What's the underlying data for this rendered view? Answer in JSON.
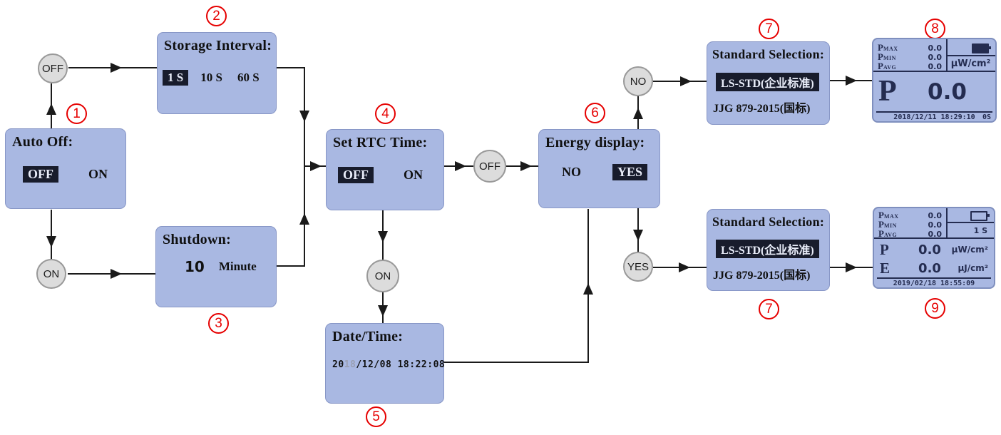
{
  "colors": {
    "box_fill": "#a9b8e2",
    "box_border": "#8796c6",
    "screen_border": "#7f8fbe",
    "screen_ink": "#242c50",
    "node_fill": "#dcdcdc",
    "node_border": "#999999",
    "badge_red": "#e60000",
    "line_ink": "#1a1a1a",
    "hl_bg": "#181c2c",
    "hl_fg": "#e8ecf8",
    "cursor_grey": "#9aa0b4"
  },
  "badges": {
    "b1": "1",
    "b2": "2",
    "b3": "3",
    "b4": "4",
    "b5": "5",
    "b6": "6",
    "b7_top": "7",
    "b8": "8",
    "b7_bottom": "7",
    "b9": "9"
  },
  "nodes": {
    "off_top": "OFF",
    "on_left": "ON",
    "off_mid": "OFF",
    "on_mid": "ON",
    "no": "NO",
    "yes": "YES"
  },
  "boxes": {
    "auto_off": {
      "title": "Auto Off:",
      "off": "OFF",
      "on": "ON"
    },
    "storage_interval": {
      "title": "Storage Interval:",
      "s1": "1 S",
      "s10": "10 S",
      "s60": "60 S"
    },
    "shutdown": {
      "title": "Shutdown:",
      "value": "10",
      "unit": "Minute"
    },
    "set_rtc": {
      "title": "Set RTC Time:",
      "off": "OFF",
      "on": "ON"
    },
    "date_time": {
      "title": "Date/Time:",
      "d1": "20",
      "d2": "18",
      "d3": "/12/08",
      "time": "18:22:08"
    },
    "energy_display": {
      "title": "Energy display:",
      "no": "NO",
      "yes": "YES"
    },
    "standard_selection": {
      "title": "Standard Selection:",
      "option_selected": "LS-STD(企业标准)",
      "option_other": "JJG 879-2015(国标)"
    }
  },
  "screens": {
    "power": {
      "stats": [
        {
          "p": "P",
          "sub": "MAX",
          "value": "0.0"
        },
        {
          "p": "P",
          "sub": "MIN",
          "value": "0.0"
        },
        {
          "p": "P",
          "sub": "AVG",
          "value": "0.0"
        }
      ],
      "unit": "µW/cm²",
      "main_label": "P",
      "main_value": "0.0",
      "timestamp": "2018/12/11 18:29:10",
      "storage": "0S"
    },
    "energy": {
      "stats": [
        {
          "p": "P",
          "sub": "MAX",
          "value": "0.0"
        },
        {
          "p": "P",
          "sub": "MIN",
          "value": "0.0"
        },
        {
          "p": "P",
          "sub": "AVG",
          "value": "0.0"
        }
      ],
      "interval": "1 S",
      "rows": [
        {
          "label": "P",
          "value": "0.0",
          "unit": "µW/cm²"
        },
        {
          "label": "E",
          "value": "0.0",
          "unit": "µJ/cm²"
        }
      ],
      "timestamp": "2019/02/18 18:55:09"
    }
  }
}
